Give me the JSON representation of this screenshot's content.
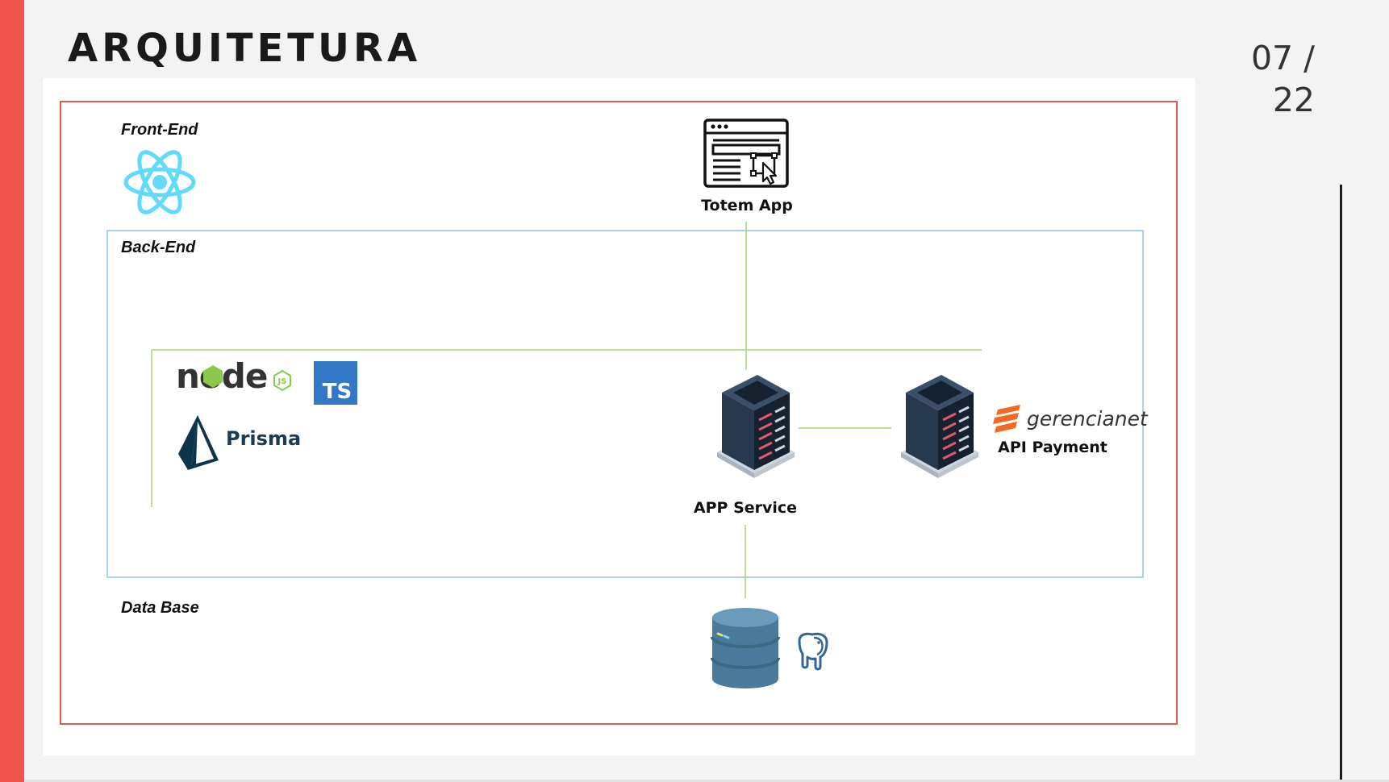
{
  "header": {
    "title": "ARQUITETURA",
    "page_counter": "07 / 22"
  },
  "sections": {
    "frontend": "Front-End",
    "backend": "Back-End",
    "database": "Data Base"
  },
  "nodes": {
    "totem": "Totem App",
    "app_service": "APP Service",
    "api_payment": "API Payment"
  },
  "logos": {
    "node": "node",
    "node_badge": "JS",
    "typescript": "TS",
    "prisma": "Prisma",
    "gateway": "gerencianet"
  },
  "colors": {
    "accent_red": "#ee544c",
    "outer_border": "#e05a55",
    "backend_border": "#8ec3e6",
    "connector": "#a6d96a",
    "react": "#61dafb",
    "server_dark": "#1b2a3a",
    "db": "#4a7a9b",
    "typescript": "#3178c6",
    "gerencianet": "#f26a21"
  },
  "icons": [
    "react-icon",
    "browser-click-icon",
    "server-icon",
    "database-icon",
    "postgresql-elephant-icon",
    "nodejs-logo",
    "typescript-logo",
    "prisma-icon",
    "gerencianet-logo"
  ]
}
